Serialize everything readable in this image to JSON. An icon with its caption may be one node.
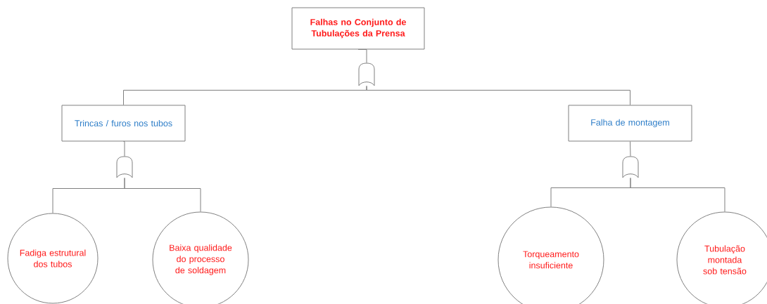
{
  "diagram": {
    "nodes": [
      {
        "text": [
          "Falhas no Conjunto de Tubulações da Prensa"
        ]
      },
      {
        "text": [],
        "shape": "gate"
      },
      {
        "text": [
          "Trincas / furos nos tubos"
        ]
      },
      {
        "text": [
          "Falha de montagem"
        ]
      },
      {
        "text": [],
        "shape": "gate"
      },
      {
        "text": [],
        "shape": "gate"
      },
      {
        "text": [
          "Fadiga estrutural dos tubos"
        ]
      },
      {
        "text": [
          "Baixa qualidade do processo de soldagem"
        ]
      },
      {
        "text": [
          "Torqueamento insuficiente"
        ]
      },
      {
        "text": [
          "Tubulação montada sob tensão"
        ]
      }
    ],
    "edges": [
      {
        "from": 0,
        "to": 1,
        "arrow": "none"
      },
      {
        "from": 1,
        "to": 2,
        "arrow": "none"
      },
      {
        "from": 1,
        "to": 3,
        "arrow": "none"
      },
      {
        "from": 2,
        "to": 4,
        "arrow": "none"
      },
      {
        "from": 3,
        "to": 5,
        "arrow": "none"
      },
      {
        "from": 4,
        "to": 6,
        "arrow": "none"
      },
      {
        "from": 4,
        "to": 7,
        "arrow": "none"
      },
      {
        "from": 5,
        "to": 8,
        "arrow": "none"
      },
      {
        "from": 5,
        "to": 9,
        "arrow": "none"
      }
    ]
  }
}
